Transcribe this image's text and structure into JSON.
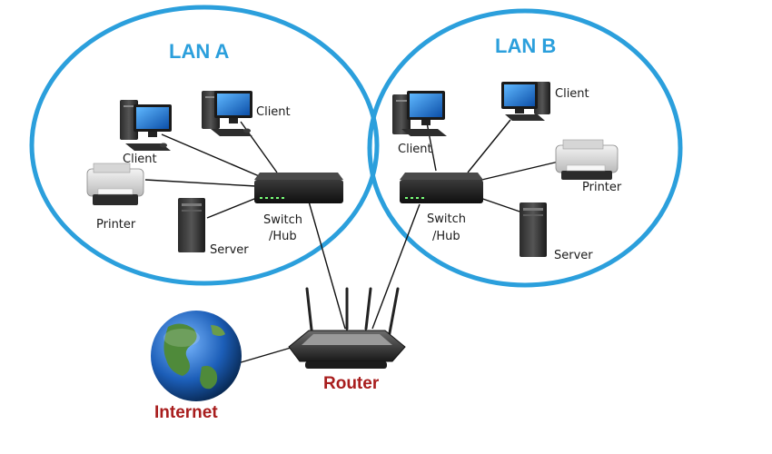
{
  "lan_a": {
    "title": "LAN A",
    "client_1": "Client",
    "client_2": "Client",
    "printer": "Printer",
    "server": "Server",
    "switch_line1": "Switch",
    "switch_line2": "/Hub"
  },
  "lan_b": {
    "title": "LAN B",
    "client_1": "Client",
    "client_2": "Client",
    "printer": "Printer",
    "server": "Server",
    "switch_line1": "Switch",
    "switch_line2": "/Hub"
  },
  "router": {
    "label": "Router"
  },
  "internet": {
    "label": "Internet"
  },
  "colors": {
    "lan_circle": "#2b9fdc",
    "router_label": "#a81d1d",
    "internet_label": "#a81d1d"
  }
}
